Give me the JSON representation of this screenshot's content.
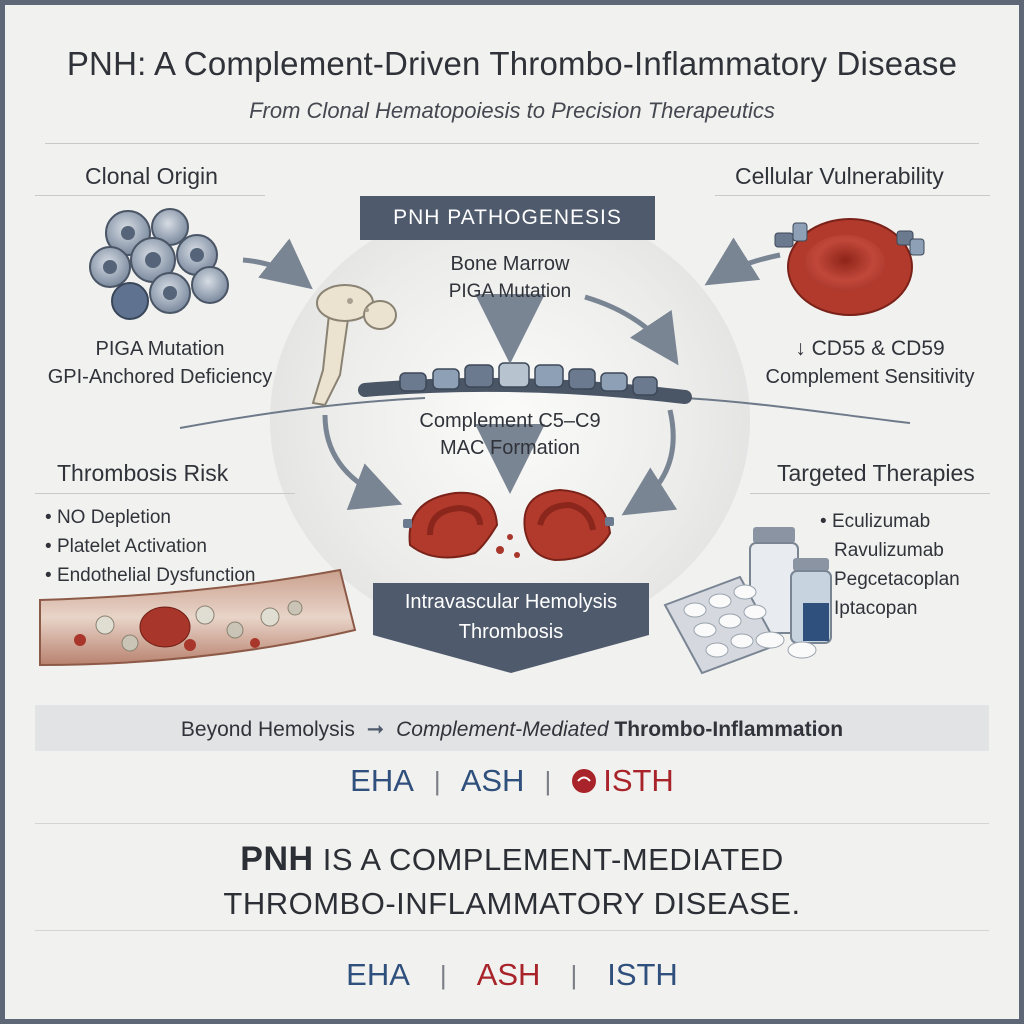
{
  "header": {
    "title": "PNH: A Complement-Driven Thrombo-Inflammatory Disease",
    "subtitle": "From Clonal Hematopoiesis to Precision Therapeutics"
  },
  "clonal_origin": {
    "heading": "Clonal Origin",
    "line1": "PIGA Mutation",
    "line2": "GPI-Anchored Deficiency"
  },
  "cellular_vulnerability": {
    "heading": "Cellular Vulnerability",
    "line1": "↓ CD55 & CD59",
    "line2": "Complement Sensitivity"
  },
  "pathogenesis": {
    "label": "PNH PATHOGENESIS",
    "bone_marrow": "Bone Marrow",
    "piga": "PIGA Mutation",
    "complement": "Complement C5–C9",
    "mac": "MAC Formation",
    "outcome_line1": "Intravascular Hemolysis",
    "outcome_line2": "Thrombosis"
  },
  "thrombosis_risk": {
    "heading": "Thrombosis Risk",
    "items": [
      "NO Depletion",
      "Platelet Activation",
      "Endothelial Dysfunction"
    ]
  },
  "targeted_therapies": {
    "heading": "Targeted Therapies",
    "items": [
      "Eculizumab",
      "Ravulizumab",
      "Pegcetacoplan",
      "Iptacopan"
    ]
  },
  "beyond": {
    "part1": "Beyond Hemolysis",
    "arrow": "➞",
    "part2": "Complement-Mediated",
    "part3": "Thrombo-Inflammation"
  },
  "orgs_top": {
    "eha": "EHA",
    "ash": "ASH",
    "isth": "ISTH",
    "sep": "|"
  },
  "conclusion": {
    "line1_a": "PNH",
    "line1_b": "IS A COMPLEMENT-MEDIATED",
    "line2": "THROMBO-INFLAMMATORY DISEASE."
  },
  "orgs_bottom": {
    "eha": "EHA",
    "ash": "ASH",
    "isth": "ISTH",
    "sep": "|"
  },
  "colors": {
    "navy": "#2f4f7c",
    "crimson": "#a8242a",
    "slate": "#4f5b6d",
    "rbc_red": "#b23a2c",
    "background": "#f1f1ef"
  }
}
